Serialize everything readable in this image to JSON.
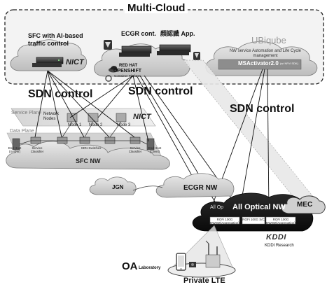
{
  "title": "Multi-Cloud",
  "clouds": {
    "sfc_ai": "SFC with AI-based traffic control",
    "sfc_ai_logo": "NICT",
    "ecgr_cont": "ECGR cont.",
    "auth_app": "顔認識 App.",
    "redhat_l1": "RED HAT",
    "redhat_l2": "OPENSHIFT",
    "redhat_l3": "Container Platform",
    "ubiqube_logo": "UBiqube",
    "ubiqube_desc": "NW service Automation and Life Cycle management",
    "msactivator": "MSActivator2.0",
    "msactivator_sub": "(w/ NFVi SDK)"
  },
  "sdn_labels": [
    "SDN control",
    "SDN control",
    "SDN control"
  ],
  "sfc_nw": {
    "service_plane": "Service Plane",
    "data_plane": "Data Plane",
    "network_nodes": "Network Nodes",
    "node1": "Node 1",
    "node2": "Node 2",
    "node3": "Node 3",
    "nict": "NICT",
    "end_host_server": "End Host (Server)",
    "service_classifier_left": "Service Classifier",
    "sdn_switches": "SDN Switches",
    "service_classifier_right": "Service Classifier",
    "end_host_client": "End Host (Client)",
    "label": "SFC NW"
  },
  "jgn": "JGN",
  "ecgr_nw": "ECGR NW",
  "optical": {
    "all_op": "All Op",
    "label": "All Optical NW",
    "box1": "ROFi 100G DWDM(Aggregation)",
    "box2": "ROFi 100G S/C",
    "box3": "ROFi 100G DWDM(Aggregation)"
  },
  "mec": "MEC",
  "kddi": "KDDI",
  "kddi_research": "KDDI Research",
  "oa_logo": "OA",
  "oa_sub": "Laboratory",
  "private_lte": "Private LTE"
}
